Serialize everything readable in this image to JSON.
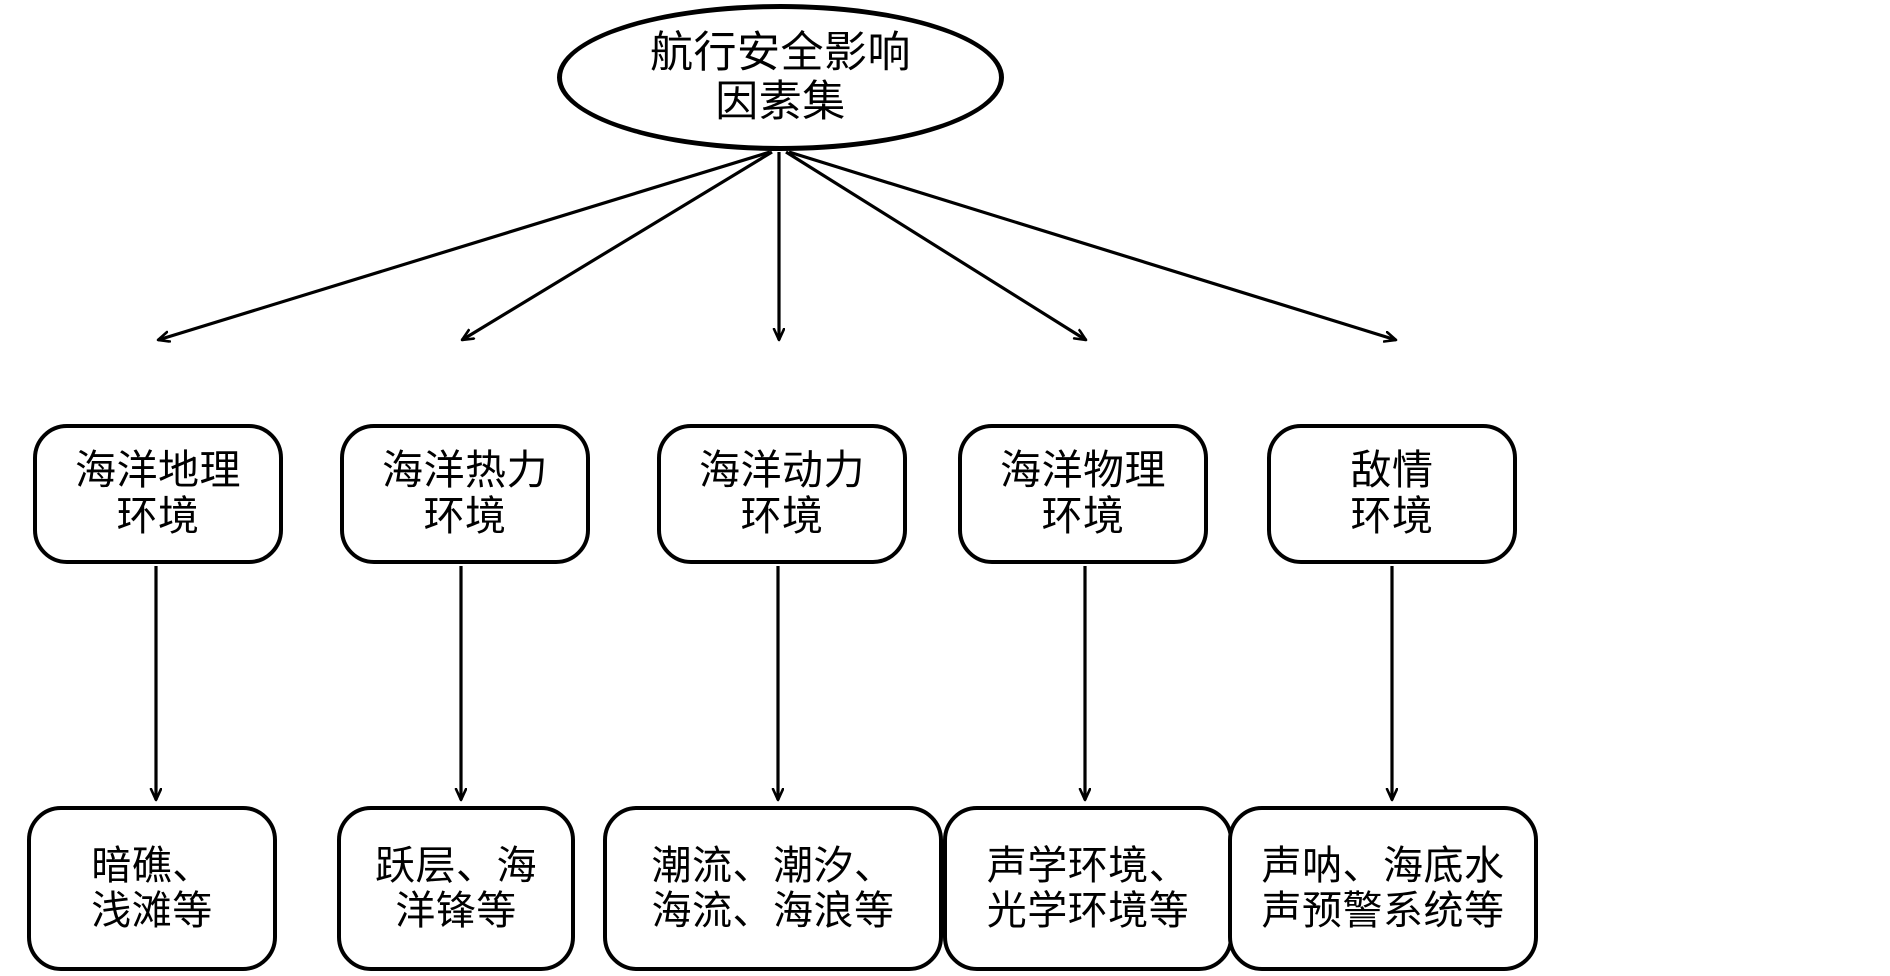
{
  "diagram": {
    "type": "tree-hierarchy",
    "title": "航行安全影响因素集",
    "root": {
      "id": "root",
      "shape": "ellipse",
      "label": "航行安全影响\n因素集",
      "lines": [
        "航行安全影响",
        "因素集"
      ]
    },
    "categories": [
      {
        "id": "cat-0",
        "shape": "rounded-rect",
        "label": "海洋地理\n环境",
        "lines": [
          "海洋地理",
          "环境"
        ],
        "detail": {
          "id": "det-0",
          "shape": "rounded-rect",
          "label": "暗礁、\n浅滩等",
          "lines": [
            "暗礁、",
            "浅滩等"
          ]
        }
      },
      {
        "id": "cat-1",
        "shape": "rounded-rect",
        "label": "海洋热力\n环境",
        "lines": [
          "海洋热力",
          "环境"
        ],
        "detail": {
          "id": "det-1",
          "shape": "rounded-rect",
          "label": "跃层、海\n洋锋等",
          "lines": [
            "跃层、海",
            "洋锋等"
          ]
        }
      },
      {
        "id": "cat-2",
        "shape": "rounded-rect",
        "label": "海洋动力\n环境",
        "lines": [
          "海洋动力",
          "环境"
        ],
        "detail": {
          "id": "det-2",
          "shape": "rounded-rect",
          "label": "潮流、潮汐、\n海流、海浪等",
          "lines": [
            "潮流、潮汐、",
            "海流、海浪等"
          ]
        }
      },
      {
        "id": "cat-3",
        "shape": "rounded-rect",
        "label": "海洋物理\n环境",
        "lines": [
          "海洋物理",
          "环境"
        ],
        "detail": {
          "id": "det-3",
          "shape": "rounded-rect",
          "label": "声学环境、\n光学环境等",
          "lines": [
            "声学环境、",
            "光学环境等"
          ]
        }
      },
      {
        "id": "cat-4",
        "shape": "rounded-rect",
        "label": "敌情\n环境",
        "lines": [
          "敌情",
          "环境"
        ],
        "detail": {
          "id": "det-4",
          "shape": "rounded-rect",
          "label": "声呐、海底水\n声预警系统等",
          "lines": [
            "声呐、海底水",
            "声预警系统等"
          ]
        }
      }
    ],
    "style": {
      "stroke_color": "#000000",
      "fill_color": "#ffffff",
      "background": "#ffffff",
      "arrow_style": "open-arrowhead"
    }
  }
}
